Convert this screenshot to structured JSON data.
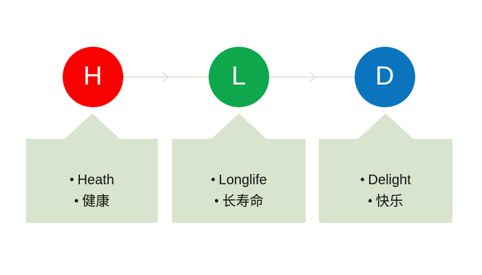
{
  "diagram": {
    "type": "three-step-process-with-callouts",
    "background_color": "#FFFFFF",
    "callout_color": "#D8E4CE",
    "connector_color": "#DCE8D6",
    "nodes": [
      {
        "id": "health",
        "letter": "H",
        "circle_color": "#FB0000",
        "bullets": [
          "Heath",
          "健康"
        ]
      },
      {
        "id": "longlife",
        "letter": "L",
        "circle_color": "#0FA74B",
        "bullets": [
          "Longlife",
          "长寿命"
        ]
      },
      {
        "id": "delight",
        "letter": "D",
        "circle_color": "#0A74BE",
        "bullets": [
          "Delight",
          "快乐"
        ]
      }
    ],
    "connectors": [
      {
        "id": "h-to-l",
        "from": "H",
        "to": "L",
        "marker": "chevron-right"
      },
      {
        "id": "l-to-d",
        "from": "L",
        "to": "D",
        "marker": "chevron-right"
      }
    ],
    "bullet_glyph": "•"
  }
}
